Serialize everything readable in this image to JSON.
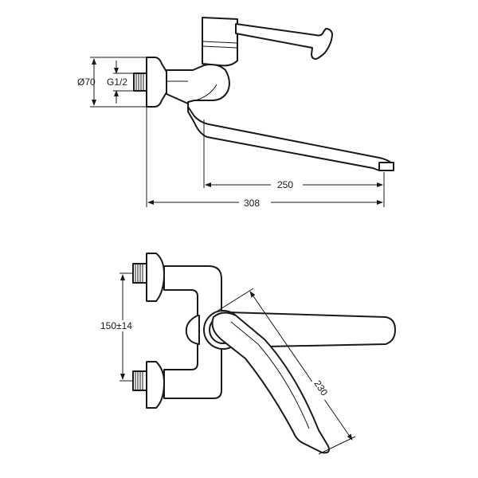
{
  "dimensions": {
    "diameter": "Ø70",
    "thread": "G1/2",
    "spout_reach": "250",
    "total_projection": "308",
    "center_distance": "150±14",
    "lever_length": "230"
  }
}
